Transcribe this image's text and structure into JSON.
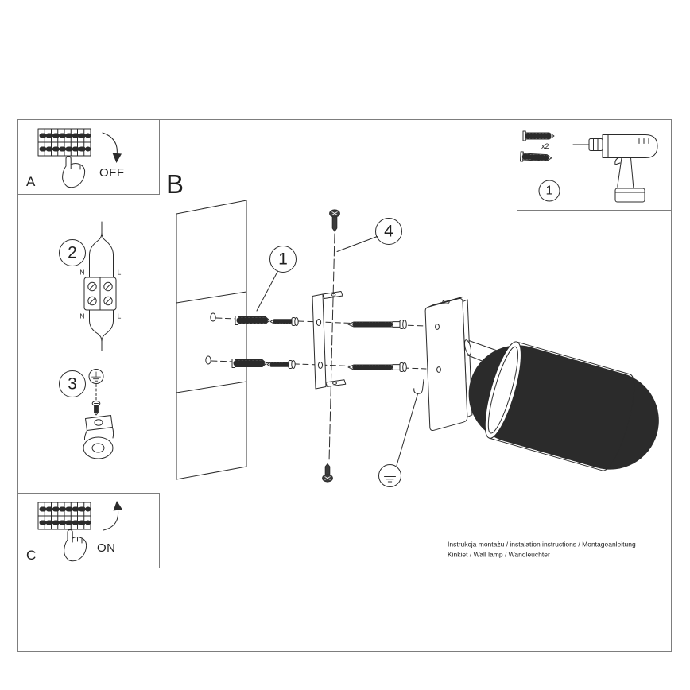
{
  "panel_a": {
    "label": "A",
    "switch_state": "OFF"
  },
  "panel_b": {
    "label": "B"
  },
  "panel_c": {
    "label": "C",
    "switch_state": "ON"
  },
  "tools_box": {
    "step": "1",
    "plug_qty": "x2"
  },
  "callouts": {
    "c1": "1",
    "c2": "2",
    "c3": "3",
    "c4": "4"
  },
  "terminal_labels": {
    "top_left": "N",
    "top_right": "L",
    "bottom_left": "N",
    "bottom_right": "L"
  },
  "footer": {
    "line1": "Instrukcja montażu / instalation instructions / Montageanleitung",
    "line2": "Kinkiet / Wall lamp / Wandleuchter"
  },
  "colors": {
    "background": "#ffffff",
    "line": "#2b2b2b",
    "frame": "#7d7d7d",
    "screw_fill": "#3c3c3c"
  },
  "icons": {
    "fuse_panel": "grid-of-breaker-switches",
    "pointing_hand": "hand-outline",
    "rotate_arrow": "curved-arrow",
    "wall_plug": "ribbed-anchor",
    "drill": "power-drill-outline",
    "ground_symbol": "earth-glyph"
  }
}
